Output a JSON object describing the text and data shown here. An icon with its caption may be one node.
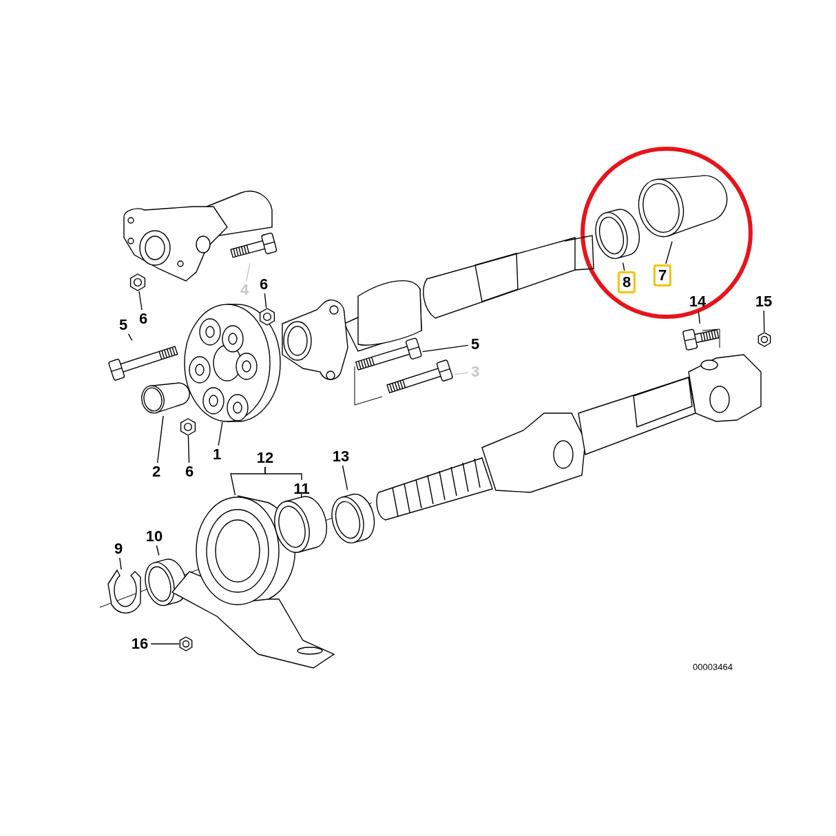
{
  "diagram": {
    "nodes": [
      {
        "text": [
          "4"
        ]
      },
      {
        "text": [
          "6"
        ]
      },
      {
        "text": [
          "6"
        ]
      },
      {
        "text": [
          "8"
        ]
      },
      {
        "text": [
          "7"
        ]
      },
      {
        "text": [
          "14"
        ]
      },
      {
        "text": [
          "15"
        ]
      },
      {
        "text": [
          "5"
        ]
      },
      {
        "text": [
          "5"
        ]
      },
      {
        "text": [
          "3"
        ]
      },
      {
        "text": [
          "2"
        ]
      },
      {
        "text": [
          "6"
        ]
      },
      {
        "text": [
          "1"
        ]
      },
      {
        "text": [
          "12"
        ]
      },
      {
        "text": [
          "13"
        ]
      },
      {
        "text": [
          "11"
        ]
      },
      {
        "text": [
          "10"
        ]
      },
      {
        "text": [
          "9"
        ]
      },
      {
        "text": [
          "16"
        ]
      },
      {
        "text": [],
        "shape": "picture"
      },
      {
        "text": [],
        "shape": "picture"
      },
      {
        "text": [],
        "shape": "picture"
      },
      {
        "text": [],
        "shape": "picture"
      },
      {
        "text": [],
        "shape": "picture"
      },
      {
        "text": [],
        "shape": "picture"
      },
      {
        "text": [],
        "shape": "picture"
      },
      {
        "text": [],
        "shape": "picture"
      },
      {
        "text": [],
        "shape": "picture"
      },
      {
        "text": [],
        "shape": "picture"
      },
      {
        "text": [],
        "shape": "picture"
      },
      {
        "text": [],
        "shape": "picture"
      },
      {
        "text": [],
        "shape": "picture"
      },
      {
        "text": [],
        "shape": "picture"
      },
      {
        "text": [],
        "shape": "picture"
      },
      {
        "text": [],
        "shape": "picture"
      },
      {
        "text": [],
        "shape": "picture"
      },
      {
        "text": [],
        "shape": "picture"
      },
      {
        "text": [],
        "shape": "picture"
      }
    ],
    "edges": [
      {
        "from": 0,
        "to": 28,
        "arrow": "none",
        "color": "#c8c8c8"
      },
      {
        "from": 1,
        "to": 20,
        "arrow": "none"
      },
      {
        "from": 2,
        "to": 29,
        "arrow": "none"
      },
      {
        "from": 3,
        "to": 34,
        "arrow": "none"
      },
      {
        "from": 4,
        "to": 35,
        "arrow": "none"
      },
      {
        "from": 5,
        "to": 36,
        "arrow": "none"
      },
      {
        "from": 6,
        "to": 37,
        "arrow": "none"
      },
      {
        "from": 7,
        "to": 19,
        "arrow": "none"
      },
      {
        "from": 8,
        "to": 32,
        "arrow": "none"
      },
      {
        "from": 9,
        "to": 33,
        "arrow": "none",
        "color": "#c8c8c8"
      },
      {
        "from": 10,
        "to": 22,
        "arrow": "none"
      },
      {
        "from": 11,
        "to": 25,
        "arrow": "none"
      },
      {
        "from": 12,
        "to": 26,
        "arrow": "none"
      },
      {
        "from": 13,
        "to": 27,
        "arrow": "none"
      },
      {
        "from": 13,
        "to": 15,
        "arrow": "none"
      },
      {
        "from": 14,
        "to": 31,
        "arrow": "none"
      },
      {
        "from": 15,
        "to": 30,
        "arrow": "none"
      },
      {
        "from": 16,
        "to": 23,
        "arrow": "none"
      },
      {
        "from": 17,
        "to": 21,
        "arrow": "none"
      },
      {
        "from": 18,
        "to": 24,
        "arrow": "none"
      }
    ],
    "labels": [
      "00003464"
    ]
  }
}
